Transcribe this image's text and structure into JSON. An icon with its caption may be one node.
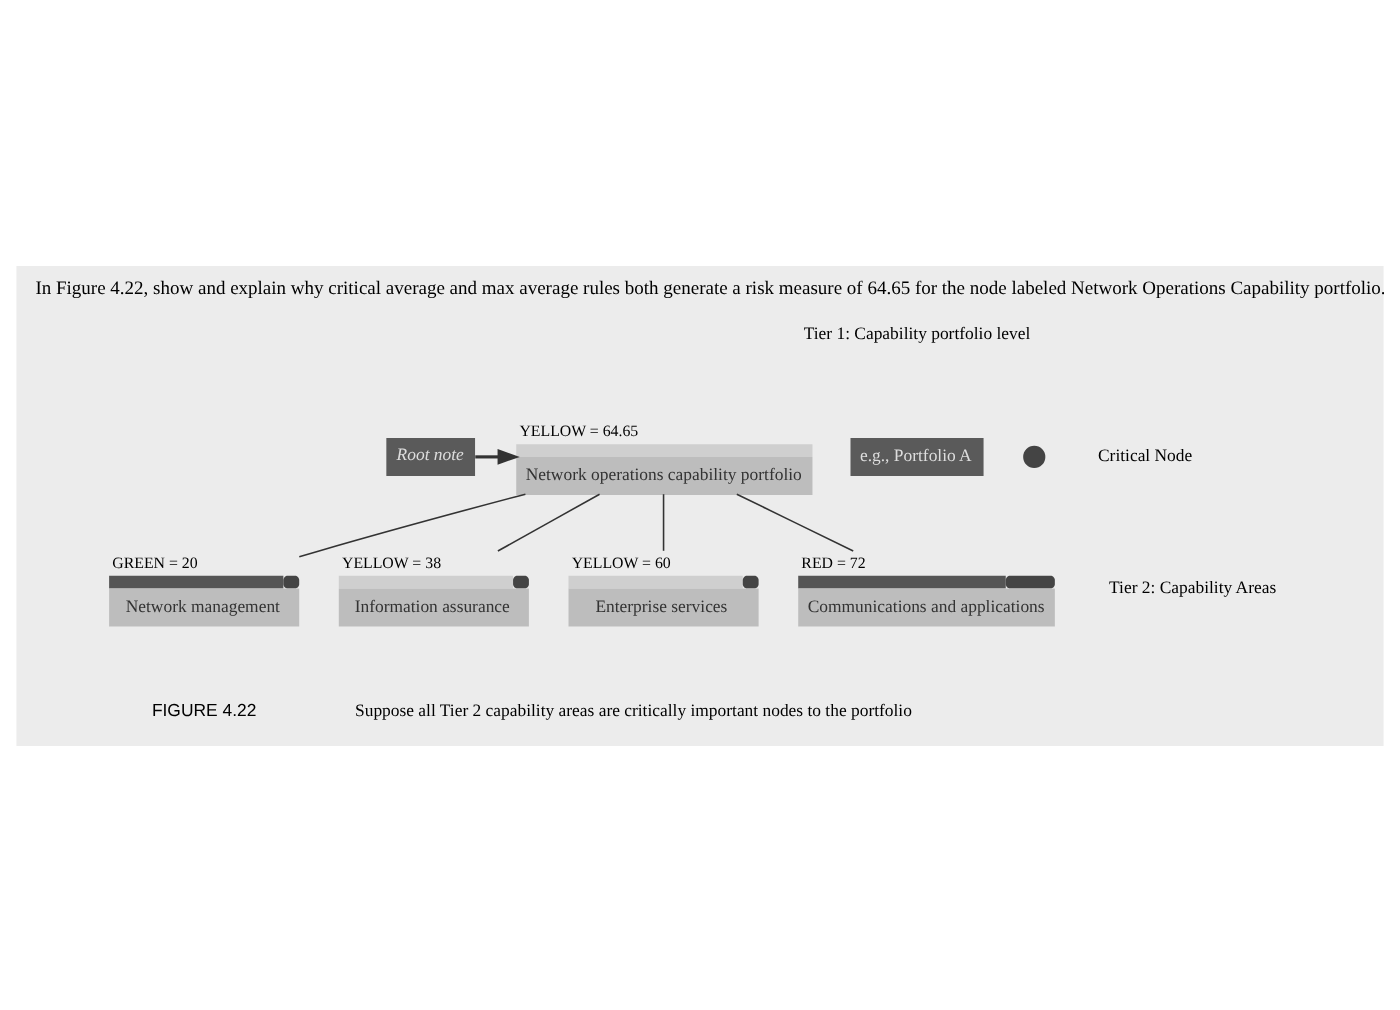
{
  "diagram": {
    "title": "In Figure 4.22, show and explain why critical average and max average rules both generate a risk measure of 64.65 for the node labeled Network Operations Capability portfolio.",
    "caption": "FIGURE 4.22",
    "nodes": [
      {
        "text": [
          "Root note"
        ]
      },
      {
        "text": [
          "Network operations capability portfolio"
        ],
        "beside": [
          "YELLOW = 64.65"
        ]
      },
      {
        "text": [
          "Network management"
        ],
        "beside": [
          "GREEN = 20"
        ]
      },
      {
        "text": [
          "Information assurance"
        ],
        "beside": [
          "YELLOW = 38"
        ]
      },
      {
        "text": [
          "Enterprise services"
        ],
        "beside": [
          "YELLOW = 60"
        ]
      },
      {
        "text": [
          "Communications and applications"
        ],
        "beside": [
          "RED = 72"
        ]
      },
      {
        "text": [
          "e.g., Portfolio A"
        ]
      }
    ],
    "edges": [
      {
        "from": 0,
        "to": 1,
        "arrow": "to"
      },
      {
        "from": 1,
        "to": 2,
        "arrow": "none"
      },
      {
        "from": 1,
        "to": 3,
        "arrow": "none"
      },
      {
        "from": 1,
        "to": 4,
        "arrow": "none"
      },
      {
        "from": 1,
        "to": 5,
        "arrow": "none"
      }
    ],
    "labels": [
      "Tier 1: Capability portfolio level",
      "Tier 2: Capability Areas",
      "Suppose all Tier 2 capability areas are critically important nodes to the portfolio"
    ],
    "legend": [
      {
        "text": "Critical Node"
      }
    ]
  }
}
